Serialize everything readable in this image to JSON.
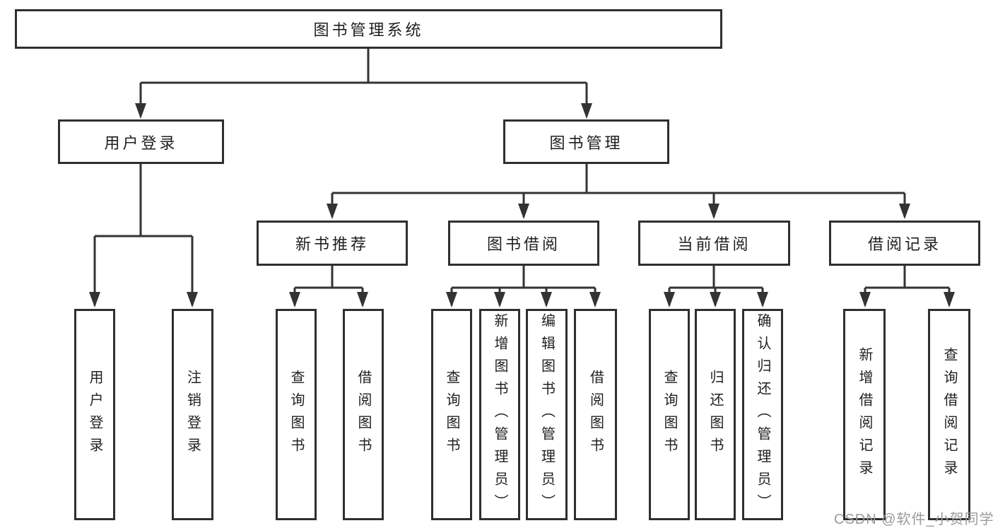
{
  "tree": {
    "label": "图书管理系统",
    "children": [
      {
        "label": "用户登录",
        "children": [
          {
            "label": "用户登录"
          },
          {
            "label": "注销登录"
          }
        ]
      },
      {
        "label": "图书管理",
        "children": [
          {
            "label": "新书推荐",
            "children": [
              {
                "label": "查询图书"
              },
              {
                "label": "借阅图书"
              }
            ]
          },
          {
            "label": "图书借阅",
            "children": [
              {
                "label": "查询图书"
              },
              {
                "label": "新增图书（管理员）"
              },
              {
                "label": "编辑图书（管理员）"
              },
              {
                "label": "借阅图书"
              }
            ]
          },
          {
            "label": "当前借阅",
            "children": [
              {
                "label": "查询图书"
              },
              {
                "label": "归还图书"
              },
              {
                "label": "确认归还（管理员）"
              }
            ]
          },
          {
            "label": "借阅记录",
            "children": [
              {
                "label": "新增借阅记录"
              },
              {
                "label": "查询借阅记录"
              }
            ]
          }
        ]
      }
    ]
  },
  "watermark": "CSDN @软件_小贺同学",
  "colors": {
    "line": "#333333",
    "border": "#2f2f2f",
    "text": "#1f1f1f",
    "watermark": "#9b9b9b",
    "background": "#ffffff"
  }
}
